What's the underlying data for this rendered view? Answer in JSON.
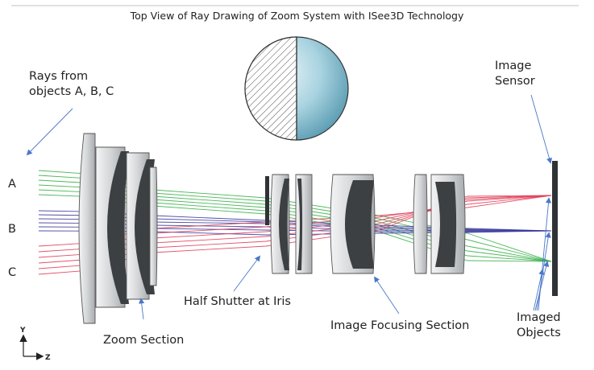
{
  "title": "Top View of Ray Drawing of Zoom System with ISee3D Technology",
  "labels": {
    "rays_line1": "Rays from",
    "rays_line2": "objects A, B, C",
    "object_a": "A",
    "object_b": "B",
    "object_c": "C",
    "zoom_section": "Zoom Section",
    "half_shutter": "Half Shutter at Iris",
    "image_focusing": "Image Focusing Section",
    "sensor_line1": "Image",
    "sensor_line2": "Sensor",
    "imaged_line1": "Imaged",
    "imaged_line2": "Objects"
  },
  "axes": {
    "y": "Y",
    "z": "Z"
  },
  "colors": {
    "ray_a": "#3ab04a",
    "ray_b": "#3b3b9e",
    "ray_c": "#e0405a",
    "lens_fill": "#d9dadc",
    "lens_dark": "#3d4043",
    "shutter": "#2f3336",
    "annotation": "#4a78c8",
    "sphere_blue": "#8cc4d6"
  }
}
